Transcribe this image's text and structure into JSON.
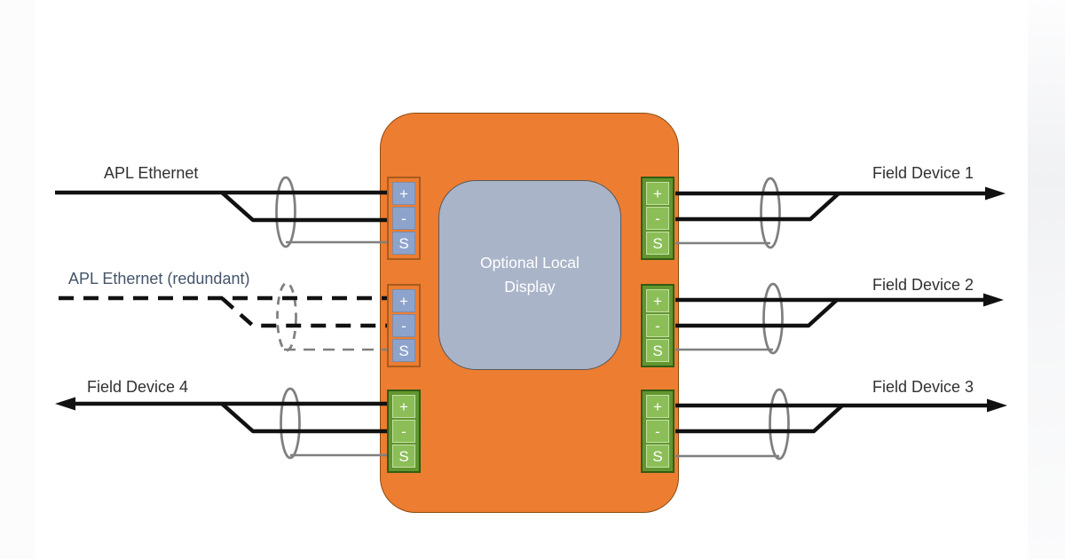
{
  "device": {
    "display_label": "Optional Local Display"
  },
  "connections": {
    "left": [
      {
        "label": "APL Ethernet",
        "style": "solid",
        "arrow": "none"
      },
      {
        "label": "APL Ethernet (redundant)",
        "style": "dashed",
        "arrow": "none"
      },
      {
        "label": "Field Device 4",
        "style": "solid",
        "arrow": "left"
      }
    ],
    "right": [
      {
        "label": "Field Device 1",
        "style": "solid",
        "arrow": "right"
      },
      {
        "label": "Field Device 2",
        "style": "solid",
        "arrow": "right"
      },
      {
        "label": "Field Device 3",
        "style": "solid",
        "arrow": "right"
      }
    ]
  },
  "terminals": {
    "plus": "+",
    "minus": "-",
    "shield": "S"
  },
  "colors": {
    "device_body": "#ED7D31",
    "device_outline": "#8A4A10",
    "display_fill": "#A9B4C9",
    "display_outline": "#595959",
    "apl_terminal_fill": "#8EA3CC",
    "apl_terminal_border": "#7E8CA6",
    "apl_block_border": "#A85B1E",
    "field_block_fill": "#61962F",
    "field_block_border": "#315D12",
    "field_terminal_fill": "#8CBE58",
    "field_terminal_border": "#C6E0A5",
    "wire_black": "#111111",
    "wire_shield_gray": "#7F7F7F",
    "redundant_label_text": "#44546A",
    "label_text": "#303030"
  }
}
